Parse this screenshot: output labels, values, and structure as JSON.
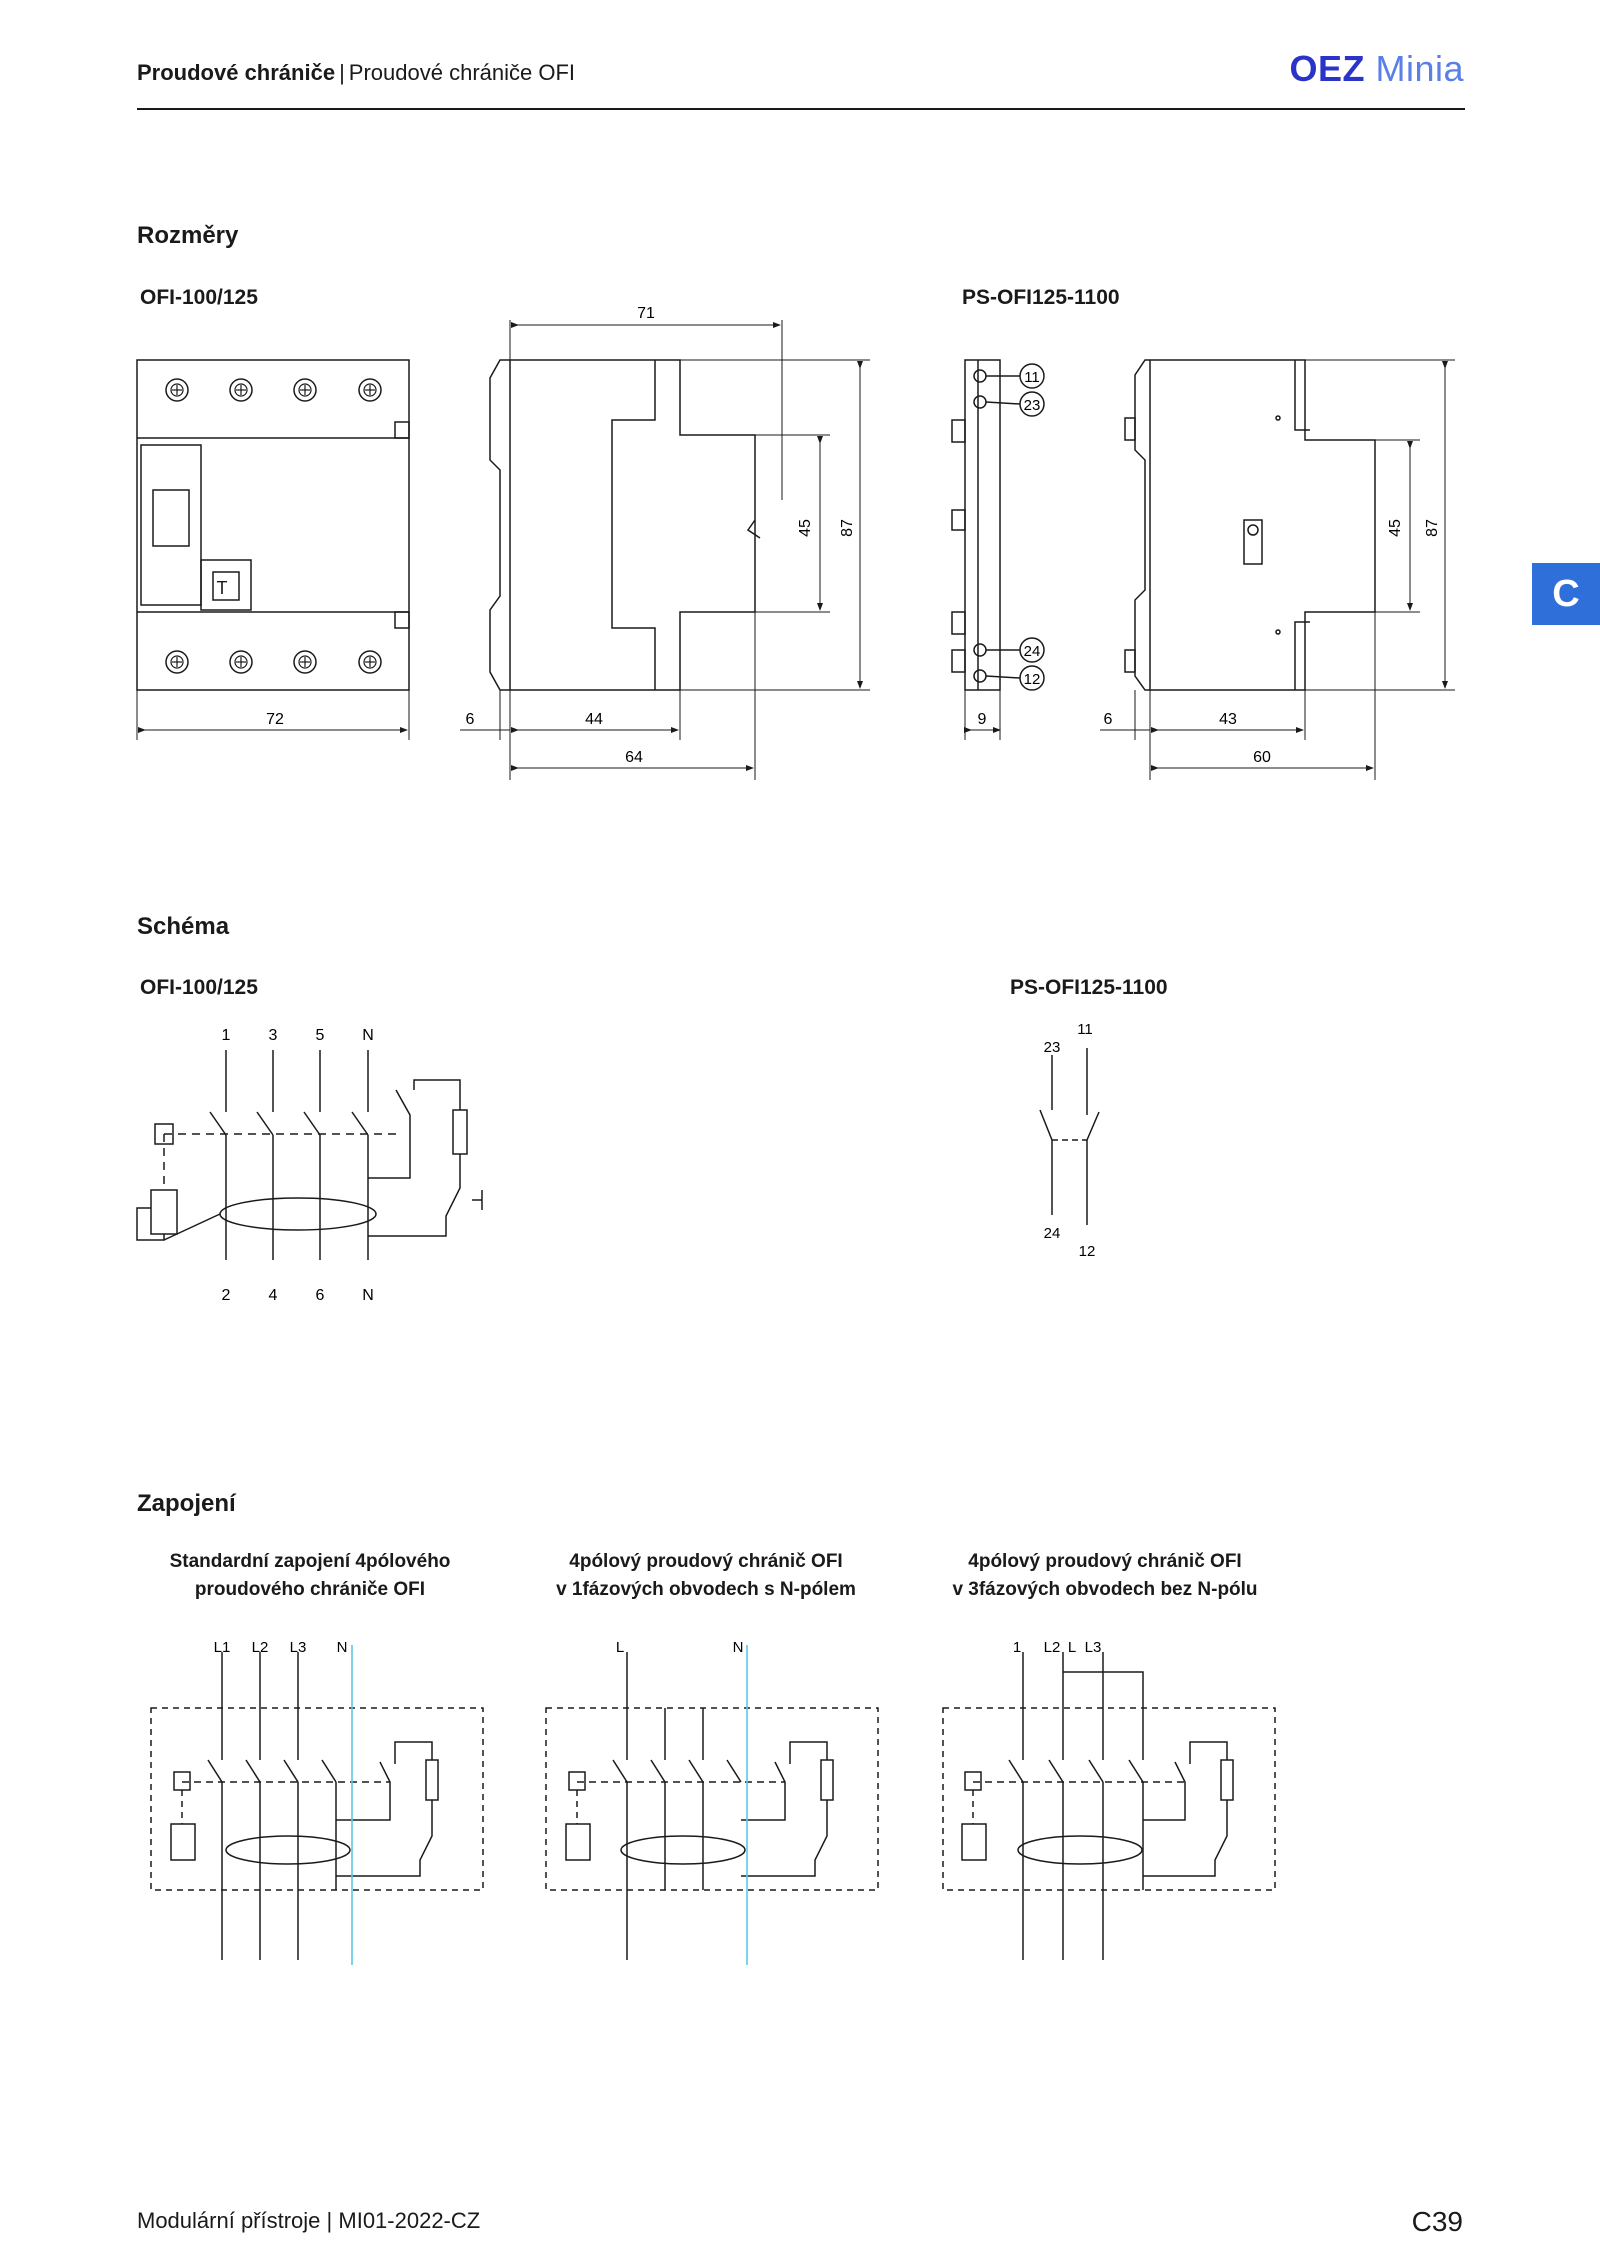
{
  "header": {
    "category": "Proudové chrániče",
    "subcategory": "Proudové chrániče OFI",
    "logo_brand": "OEZ",
    "logo_product": "Minia"
  },
  "side_tab": "C",
  "sections": {
    "rozmery": {
      "title": "Rozměry",
      "left_label": "OFI-100/125",
      "right_label": "PS-OFI125-1100",
      "dims_left": {
        "top": "71",
        "width": "72",
        "d6": "6",
        "d44": "44",
        "d64": "64",
        "h45": "45",
        "h87": "87"
      },
      "dims_right": {
        "d9": "9",
        "d6": "6",
        "d43": "43",
        "d60": "60",
        "h45": "45",
        "h87": "87",
        "t11": "11",
        "t23": "23",
        "t24": "24",
        "t12": "12"
      }
    },
    "schema": {
      "title": "Schéma",
      "left_label": "OFI-100/125",
      "right_label": "PS-OFI125-1100",
      "top_terminals": [
        "1",
        "3",
        "5",
        "N"
      ],
      "bottom_terminals": [
        "2",
        "4",
        "6",
        "N"
      ],
      "aux": {
        "t11": "11",
        "t23": "23",
        "t24": "24",
        "t12": "12"
      }
    },
    "zapojeni": {
      "title": "Zapojení",
      "captions": [
        [
          "Standardní zapojení 4pólového",
          "proudového chrániče OFI"
        ],
        [
          "4pólový proudový chránič OFI",
          "v 1fázových obvodech s N-pólem"
        ],
        [
          "4pólový proudový chránič OFI",
          "v 3fázových obvodech bez N-pólu"
        ]
      ],
      "line_labels": [
        [
          "L1",
          "L2",
          "L3",
          "N"
        ],
        [
          "L",
          "N"
        ],
        [
          "1",
          "L2",
          "L",
          "L3"
        ]
      ],
      "accent_color": "#5bc8e8"
    }
  },
  "footer": {
    "text": "Modulární přístroje",
    "code": "MI01-2022-CZ",
    "page": "C39"
  }
}
